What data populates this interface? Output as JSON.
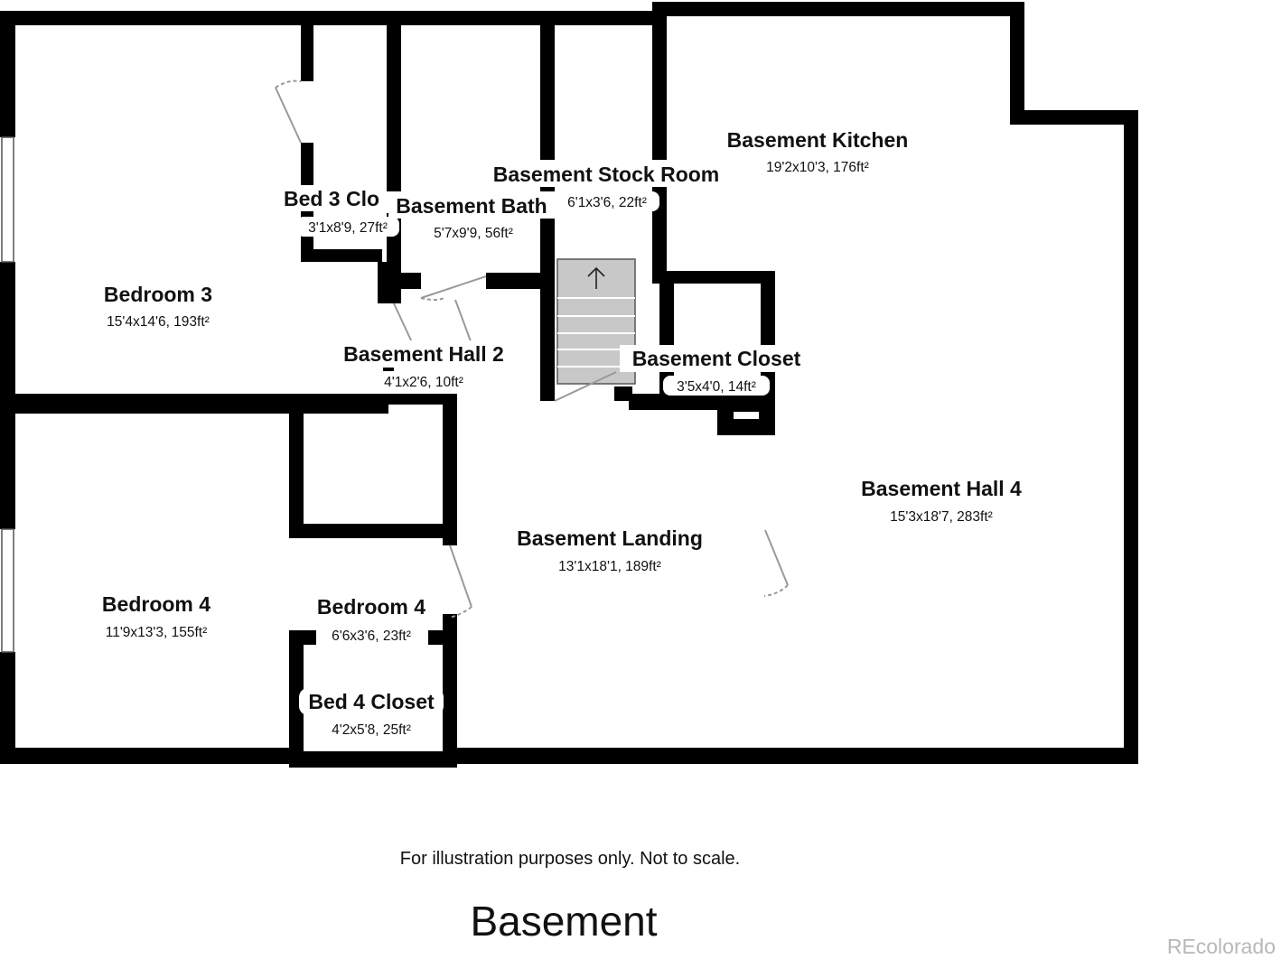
{
  "colors": {
    "wall": "#000000",
    "stair": "#c8c8c8",
    "door": "#9a9a9a",
    "background": "#ffffff"
  },
  "rooms": [
    {
      "name": "Bedroom 3",
      "dims": "15'4x14'6, 193ft²"
    },
    {
      "name": "Bed 3 Clo",
      "dims": "3'1x8'9, 27ft²"
    },
    {
      "name": "Basement Bath",
      "dims": "5'7x9'9, 56ft²"
    },
    {
      "name": "Basement Stock Room",
      "dims": "6'1x3'6, 22ft²"
    },
    {
      "name": "Basement Kitchen",
      "dims": "19'2x10'3, 176ft²"
    },
    {
      "name": "Basement Hall 2",
      "dims": "4'1x2'6, 10ft²"
    },
    {
      "name": "Basement Closet",
      "dims": "3'5x4'0, 14ft²"
    },
    {
      "name": "Basement Hall 4",
      "dims": "15'3x18'7, 283ft²"
    },
    {
      "name": "Basement Landing",
      "dims": "13'1x18'1, 189ft²"
    },
    {
      "name": "Bedroom 4",
      "dims": "11'9x13'3, 155ft²"
    },
    {
      "name": "Bedroom 4",
      "dims": "6'6x3'6, 23ft²"
    },
    {
      "name": "Bed 4 Closet",
      "dims": "4'2x5'8, 25ft²"
    }
  ],
  "note": "For illustration purposes only. Not to scale.",
  "floor_title": "Basement",
  "watermark": "REcolorado",
  "icons": {
    "stair_arrow": "arrow-up-icon"
  }
}
